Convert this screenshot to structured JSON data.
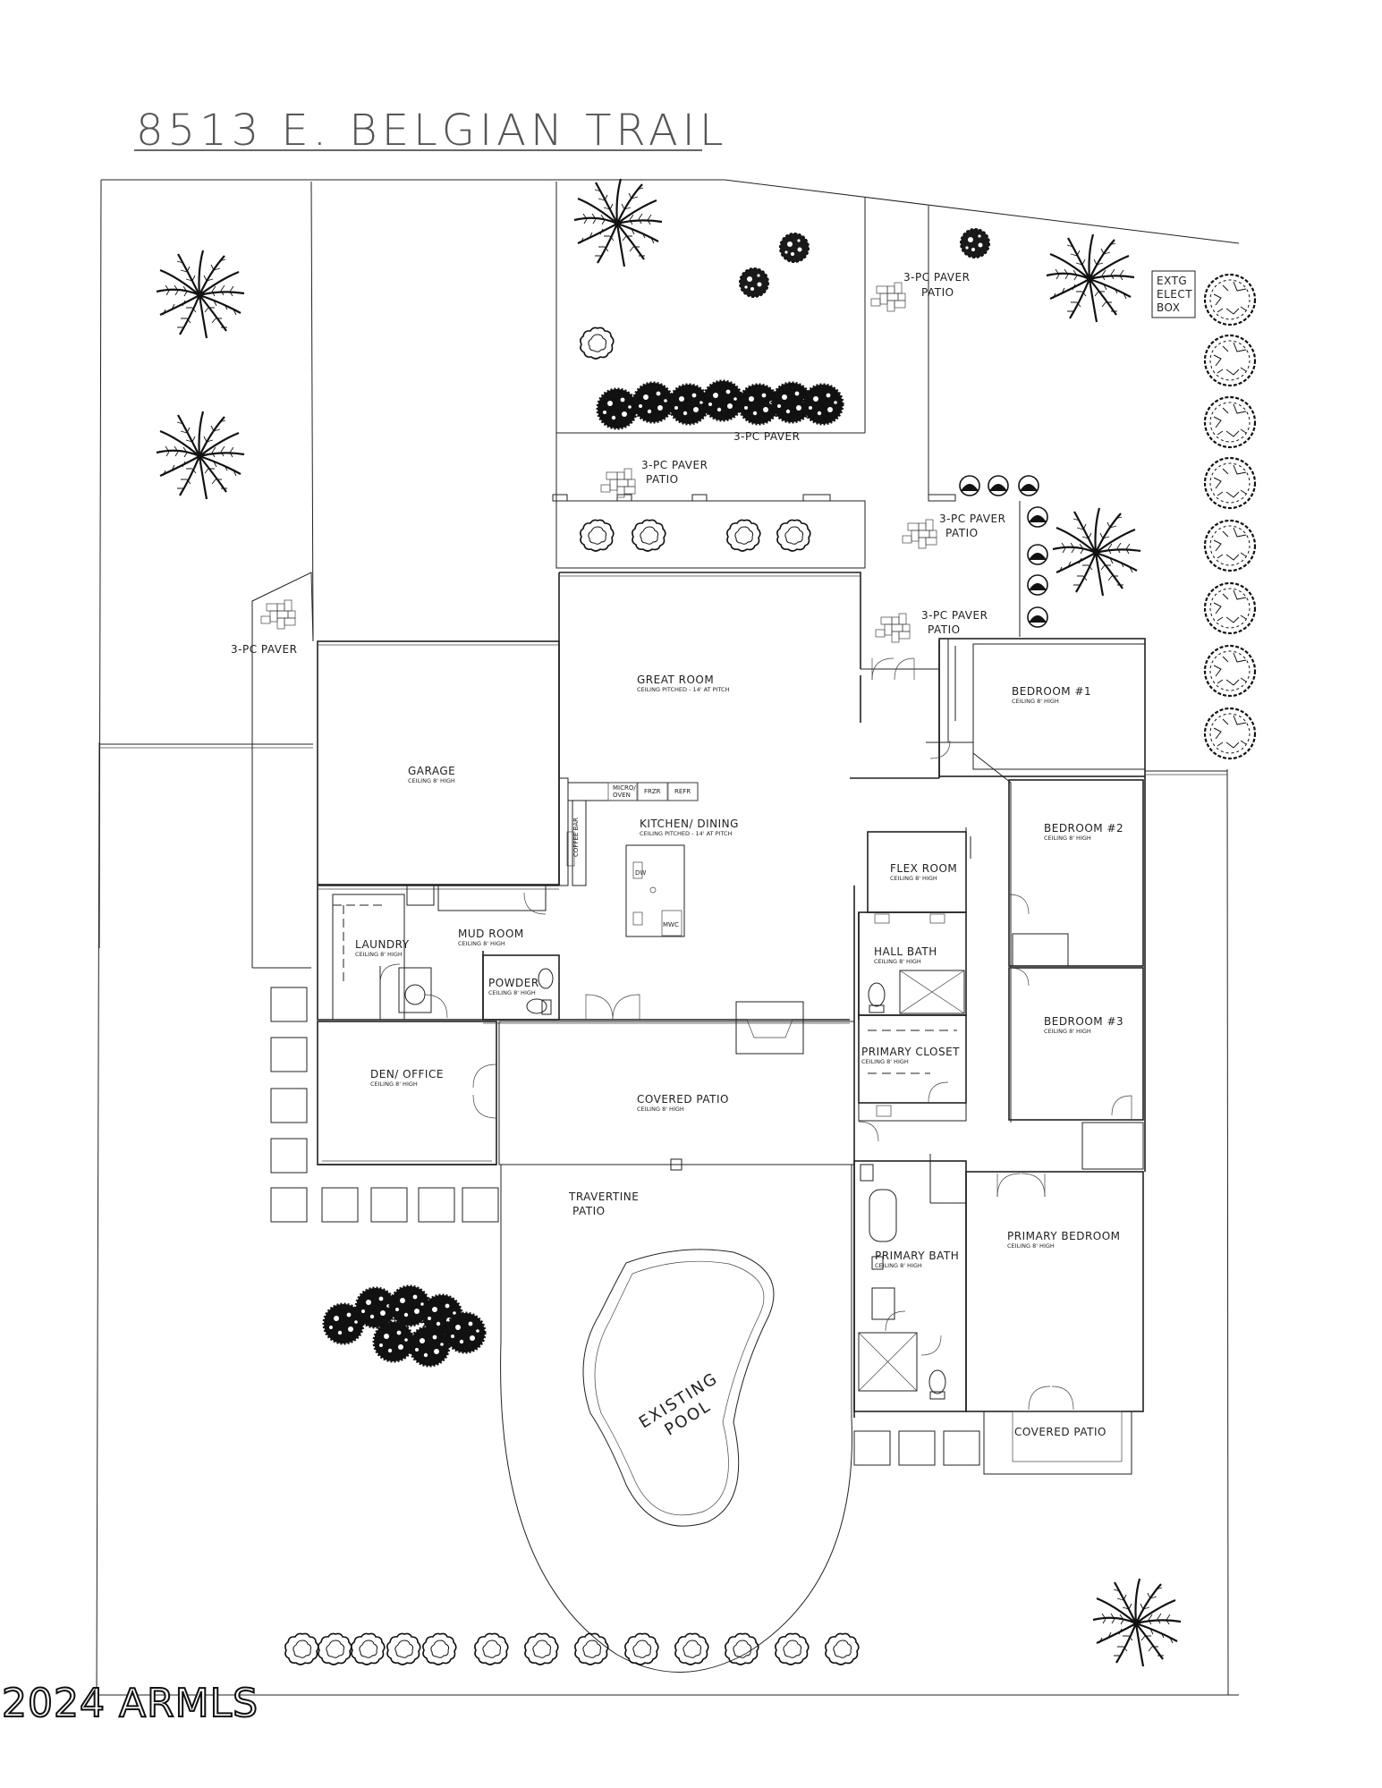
{
  "title": "8513 E. BELGIAN TRAIL",
  "watermark": "2024 ARMLS",
  "rooms": {
    "great_room": "GREAT ROOM",
    "great_room_ceiling": "CEILING PITCHED - 14' AT PITCH",
    "kitchen": "KITCHEN/ DINING",
    "kitchen_ceiling": "CEILING PITCHED - 14' AT PITCH",
    "garage": "GARAGE",
    "garage_ceiling": "CEILING 8' HIGH",
    "bedroom1": "BEDROOM #1",
    "bedroom1_ceiling": "CEILING 8' HIGH",
    "bedroom2": "BEDROOM #2",
    "bedroom2_ceiling": "CEILING 8' HIGH",
    "bedroom3": "BEDROOM #3",
    "bedroom3_ceiling": "CEILING 8' HIGH",
    "flex": "FLEX ROOM",
    "flex_ceiling": "CEILING 8' HIGH",
    "hall_bath": "HALL BATH",
    "hall_bath_ceiling": "CEILING 8' HIGH",
    "primary_closet": "PRIMARY CLOSET",
    "primary_closet_ceiling": "CEILING 8' HIGH",
    "laundry": "LAUNDRY",
    "laundry_ceiling": "CEILING 8' HIGH",
    "mud_room": "MUD ROOM",
    "mud_room_ceiling": "CEILING 8' HIGH",
    "powder": "POWDER",
    "powder_ceiling": "CEILING 8' HIGH",
    "den": "DEN/ OFFICE",
    "den_ceiling": "CEILING 8' HIGH",
    "covered_patio": "COVERED PATIO",
    "covered_patio_ceiling": "CEILING 8' HIGH",
    "primary_bath": "PRIMARY BATH",
    "primary_bath_ceiling": "CEILING 8' HIGH",
    "primary_bedroom": "PRIMARY BEDROOM",
    "primary_bedroom_ceiling": "CEILING 8' HIGH",
    "covered_patio_2": "COVERED PATIO"
  },
  "appliances": {
    "micro_a": "MICRO/",
    "micro_b": "OVEN",
    "frzr": "FRZR",
    "refr": "REFR",
    "coffee": "COFFEE BAR",
    "dw": "DW",
    "mwc": "MWC"
  },
  "notes": {
    "paver_patio_1_a": "3-PC PAVER",
    "paver_patio_1_b": "PATIO",
    "paver_top": "3-PC PAVER",
    "paver_patio_2_a": "3-PC PAVER",
    "paver_patio_2_b": "PATIO",
    "paver_patio_3_a": "3-PC PAVER",
    "paver_patio_3_b": "PATIO",
    "paver_patio_4_a": "3-PC PAVER",
    "paver_patio_4_b": "PATIO",
    "paver_left": "3-PC PAVER",
    "elect_a": "EXTG",
    "elect_b": "ELECT",
    "elect_c": "BOX",
    "travertine_a": "TRAVERTINE",
    "travertine_b": "PATIO",
    "pool_a": "EXISTING",
    "pool_b": "POOL"
  },
  "icons": [
    "palm-tree-icon",
    "round-shrub-icon",
    "dense-shrub-icon",
    "paver-pattern-icon",
    "toilet-icon",
    "washer-icon",
    "double-door-icon",
    "single-door-icon"
  ],
  "colors": {
    "line": "#222222",
    "plant": "#111111",
    "background": "#ffffff"
  }
}
